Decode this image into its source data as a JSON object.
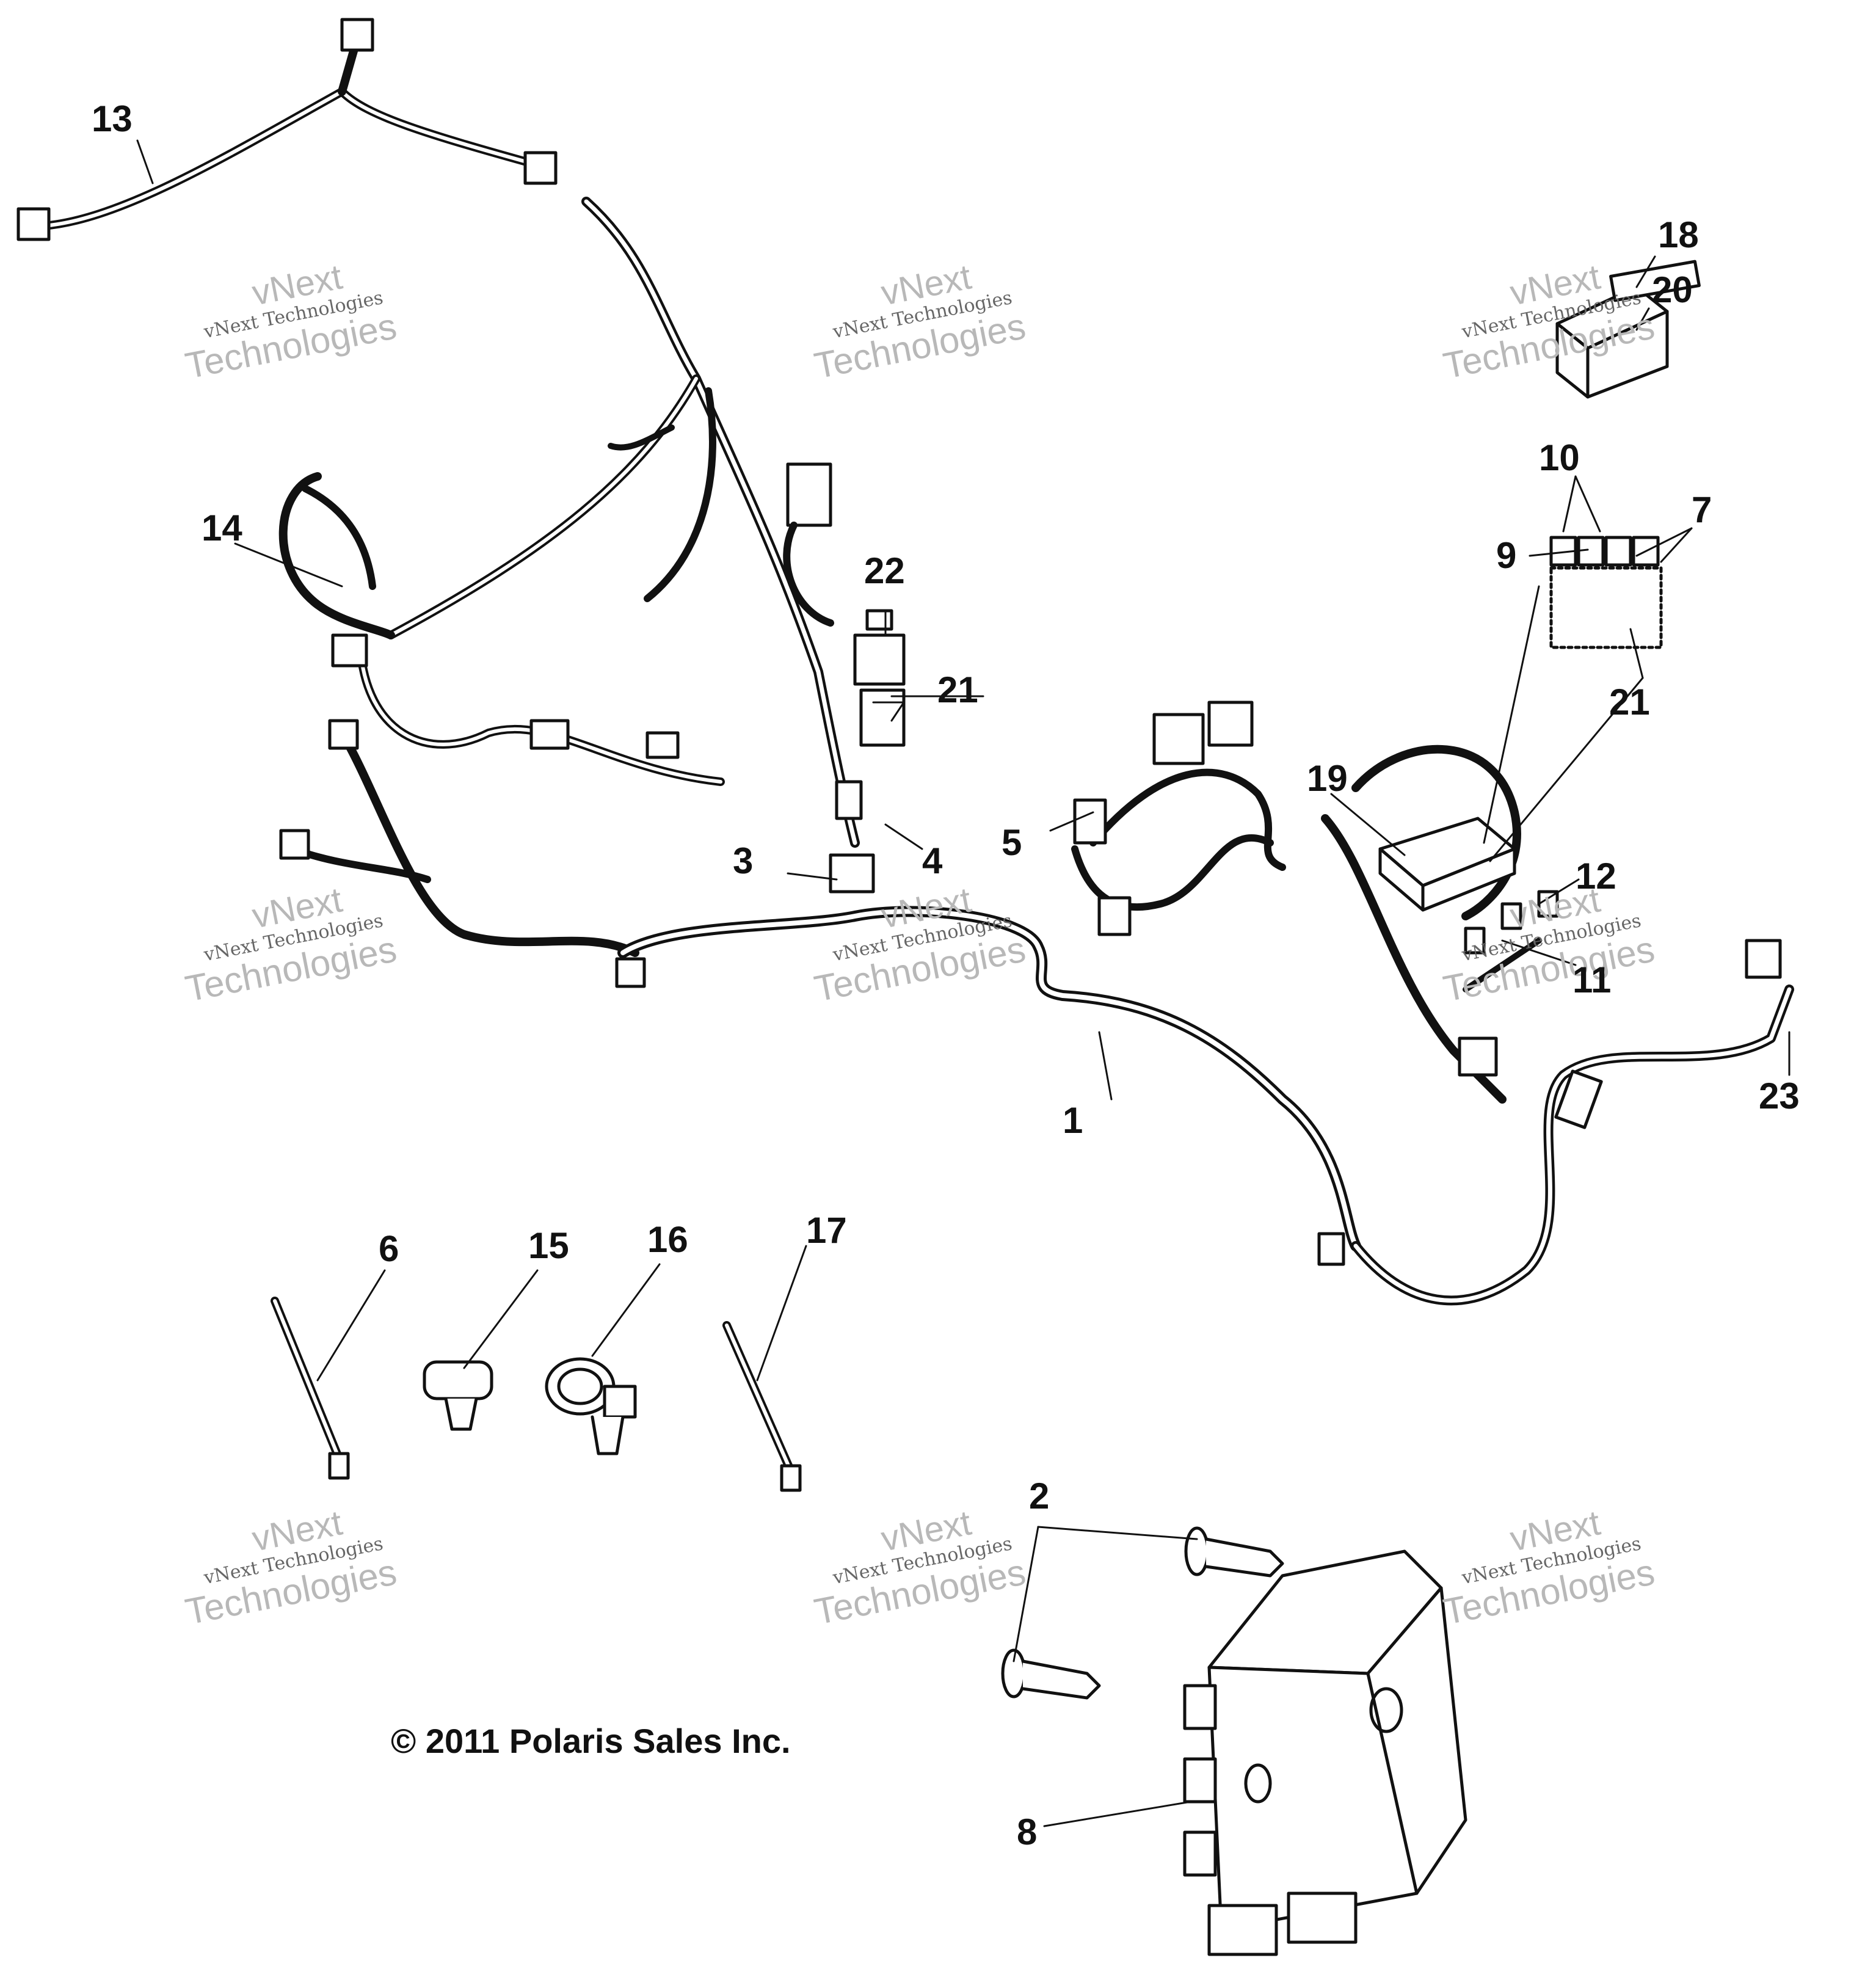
{
  "copyright": "© 2011 Polaris Sales Inc.",
  "watermark": {
    "line1": "vNext",
    "line2": "vNext Technologies",
    "line3": "Technologies"
  },
  "callouts": [
    "1",
    "2",
    "3",
    "4",
    "5",
    "6",
    "7",
    "8",
    "9",
    "10",
    "11",
    "12",
    "13",
    "14",
    "15",
    "16",
    "17",
    "18",
    "19",
    "20",
    "21",
    "21",
    "22",
    "23"
  ],
  "colors": {
    "ink": "#111111",
    "watermark": "#b8b8b8",
    "background": "#ffffff"
  }
}
